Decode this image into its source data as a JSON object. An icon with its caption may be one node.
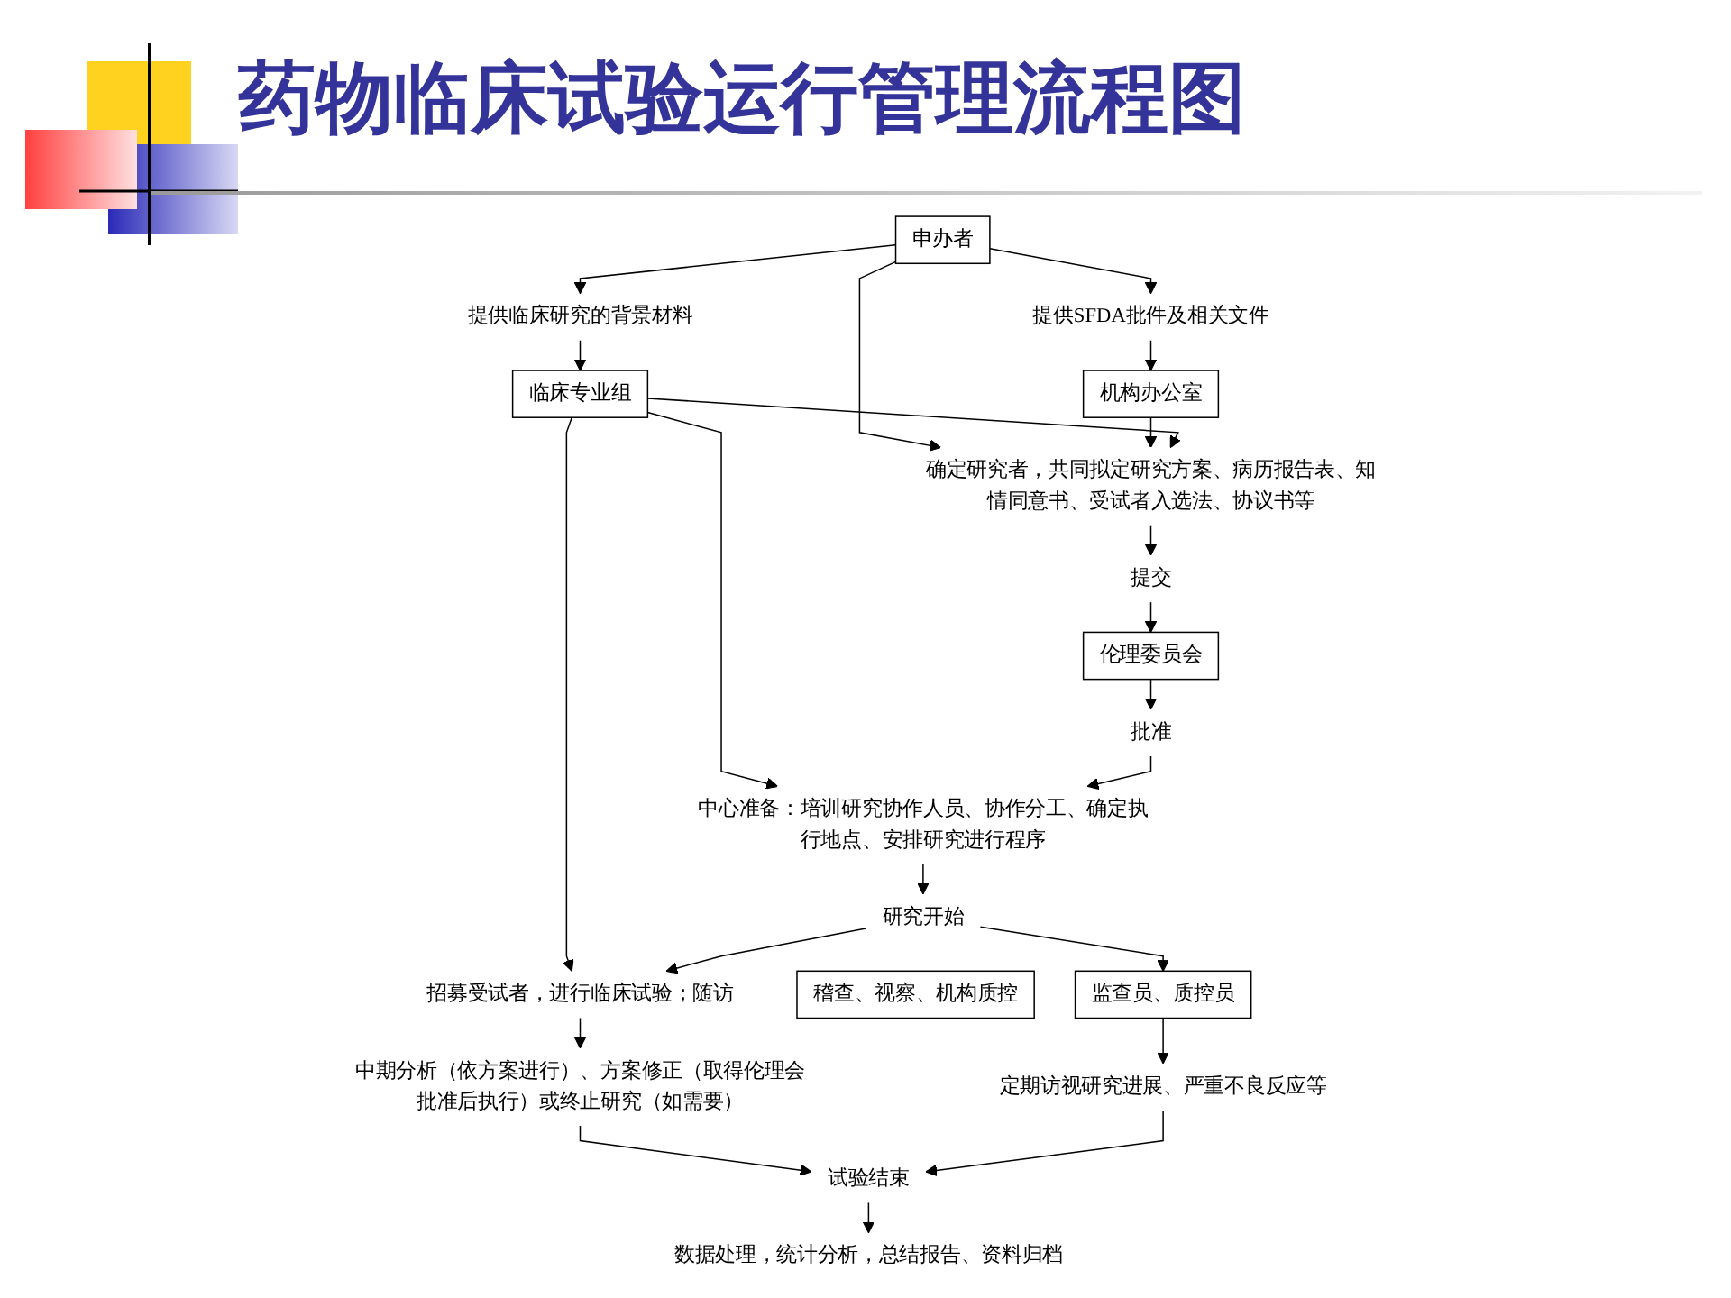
{
  "diagram": {
    "title": "药物临床试验运行管理流程图",
    "nodes": [
      {
        "text": [
          "申办者"
        ]
      },
      {
        "text": [
          "提供SFDA批件及相关文件"
        ]
      },
      {
        "text": [
          "机构办公室"
        ]
      },
      {
        "text": [
          "提供临床研究的背景材料"
        ]
      },
      {
        "text": [
          "确定研究者，共同拟定研究方案、病历报告表、知情同意书、受试者入选法、协议书等"
        ]
      },
      {
        "text": [
          "提交"
        ]
      },
      {
        "text": [
          "伦理委员会"
        ]
      },
      {
        "text": [
          "临床专业组"
        ]
      },
      {
        "text": [
          "中心准备：培训研究协作人员、协作分工、确定执行地点、安排研究进行程序"
        ]
      },
      {
        "text": [
          "批准"
        ]
      },
      {
        "text": [
          "研究开始"
        ]
      },
      {
        "text": [
          "招募受试者，进行临床试验；随访"
        ]
      },
      {
        "text": [
          "稽查、视察、机构质控"
        ]
      },
      {
        "text": [
          "监查员、质控员"
        ]
      },
      {
        "text": [
          "中期分析（依方案进行）、方案修正（取得伦理会批准后执行）或终止研究（如需要）"
        ]
      },
      {
        "text": [
          "定期访视研究进展、严重不良反应等"
        ]
      },
      {
        "text": [
          "试验结束"
        ]
      },
      {
        "text": [
          "数据处理，统计分析，总结报告、资料归档"
        ]
      }
    ],
    "edges": [
      {
        "from": 0,
        "to": 1,
        "arrow": "to"
      },
      {
        "from": 1,
        "to": 2,
        "arrow": "to"
      },
      {
        "from": 0,
        "to": 4,
        "arrow": "to"
      },
      {
        "from": 2,
        "to": 4,
        "arrow": "to"
      },
      {
        "from": 0,
        "to": 3,
        "arrow": "to"
      },
      {
        "from": 3,
        "to": 7,
        "arrow": "to"
      },
      {
        "from": 4,
        "to": 5,
        "arrow": "to"
      },
      {
        "from": 5,
        "to": 6,
        "arrow": "to"
      },
      {
        "from": 7,
        "to": 4,
        "arrow": "to"
      },
      {
        "from": 7,
        "to": 8,
        "arrow": "to"
      },
      {
        "from": 6,
        "to": 9,
        "arrow": "to"
      },
      {
        "from": 9,
        "to": 8,
        "arrow": "to"
      },
      {
        "from": 8,
        "to": 10,
        "arrow": "to"
      },
      {
        "from": 7,
        "to": 11,
        "arrow": "to"
      },
      {
        "from": 10,
        "to": 11,
        "arrow": "to"
      },
      {
        "from": 10,
        "to": 13,
        "arrow": "to"
      },
      {
        "from": 11,
        "to": 14,
        "arrow": "to"
      },
      {
        "from": 13,
        "to": 15,
        "arrow": "to"
      },
      {
        "from": 14,
        "to": 16,
        "arrow": "to"
      },
      {
        "from": 15,
        "to": 16,
        "arrow": "to"
      },
      {
        "from": 16,
        "to": 17,
        "arrow": "to"
      }
    ]
  }
}
